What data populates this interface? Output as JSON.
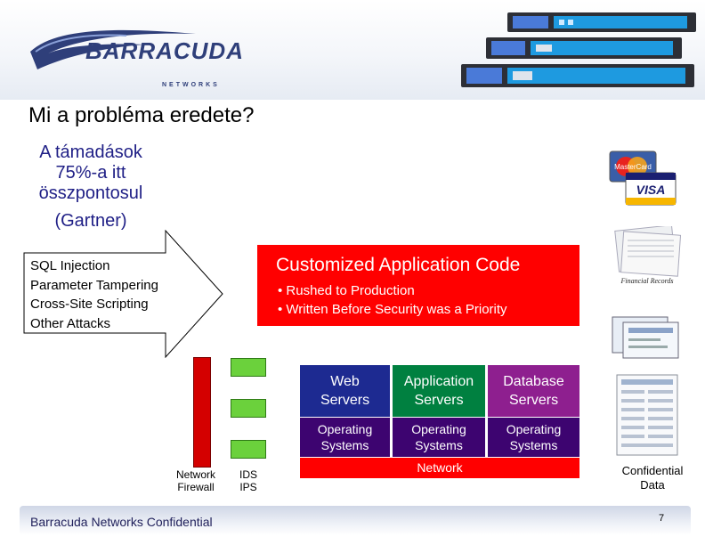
{
  "header": {
    "logo_word": "BARRACUDA",
    "logo_sub": "NETWORKS"
  },
  "title": "Mi a probléma eredete?",
  "attack_stat": {
    "lines": [
      "A támadások",
      "75%-a itt",
      "összpontosul",
      "(Gartner)"
    ]
  },
  "attacks": [
    "SQL Injection",
    "Parameter Tampering",
    "Cross-Site Scripting",
    "Other Attacks"
  ],
  "code_box": {
    "title": "Customized Application Code",
    "bullets": [
      "• Rushed to Production",
      "• Written Before Security was a Priority"
    ]
  },
  "perimeter": {
    "firewall_label_1": "Network",
    "firewall_label_2": "Firewall",
    "ids_label_1": "IDS",
    "ids_label_2": "IPS"
  },
  "servers": {
    "web_1": "Web",
    "web_2": "Servers",
    "app_1": "Application",
    "app_2": "Servers",
    "db_1": "Database",
    "db_2": "Servers",
    "os_1": "Operating",
    "os_2": "Systems",
    "network": "Network"
  },
  "right": {
    "card_1": "MasterCard",
    "card_2": "VISA",
    "financial": "Financial Records",
    "confidential_1": "Confidential",
    "confidential_2": "Data"
  },
  "footer": {
    "text": "Barracuda Networks Confidential",
    "page": "7"
  },
  "colors": {
    "red": "#ff0000",
    "navy": "#1f1f86",
    "web": "#1d2a91",
    "app": "#008040",
    "db": "#8e1f8f",
    "os": "#3d0470",
    "ids": "#6bd13c"
  }
}
